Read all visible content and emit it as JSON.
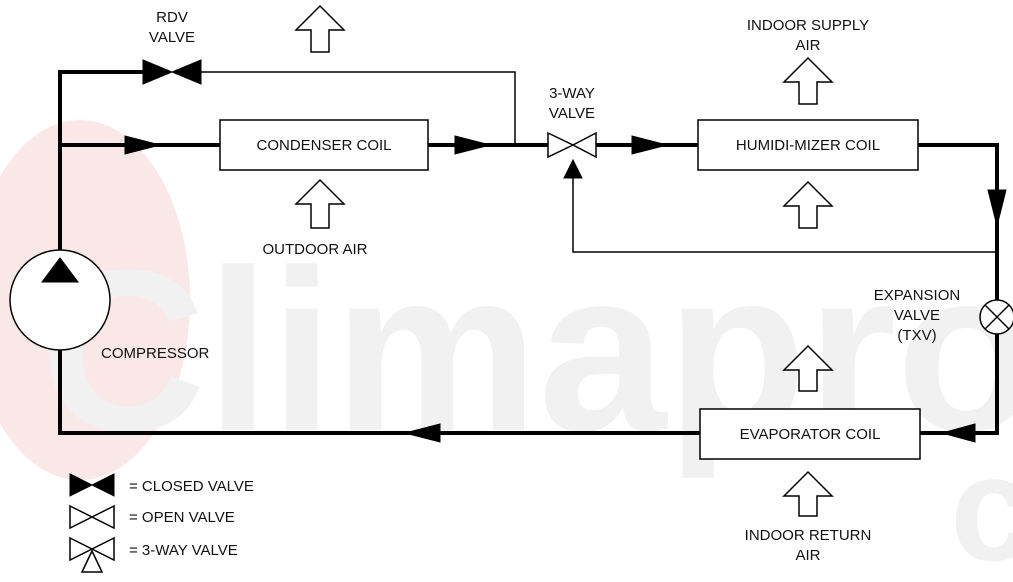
{
  "watermark": {
    "text": "Climaproyec",
    "fragment": "c",
    "color": "#d9d9d9",
    "accent": "#f4c6c6"
  },
  "components": {
    "condenser": "CONDENSER COIL",
    "humidimizer": "HUMIDI-MIZER COIL",
    "evaporator": "EVAPORATOR COIL",
    "compressor": "COMPRESSOR"
  },
  "labels": {
    "rdv_valve": [
      "RDV",
      "VALVE"
    ],
    "three_way_valve": [
      "3-WAY",
      "VALVE"
    ],
    "indoor_supply_air": [
      "INDOOR SUPPLY",
      "AIR"
    ],
    "outdoor_air": "OUTDOOR AIR",
    "expansion_valve": [
      "EXPANSION",
      "VALVE",
      "(TXV)"
    ],
    "indoor_return_air": [
      "INDOOR RETURN",
      "AIR"
    ]
  },
  "legend": {
    "closed": "= CLOSED VALVE",
    "open": "= OPEN VALVE",
    "three_way": "= 3-WAY VALVE"
  }
}
